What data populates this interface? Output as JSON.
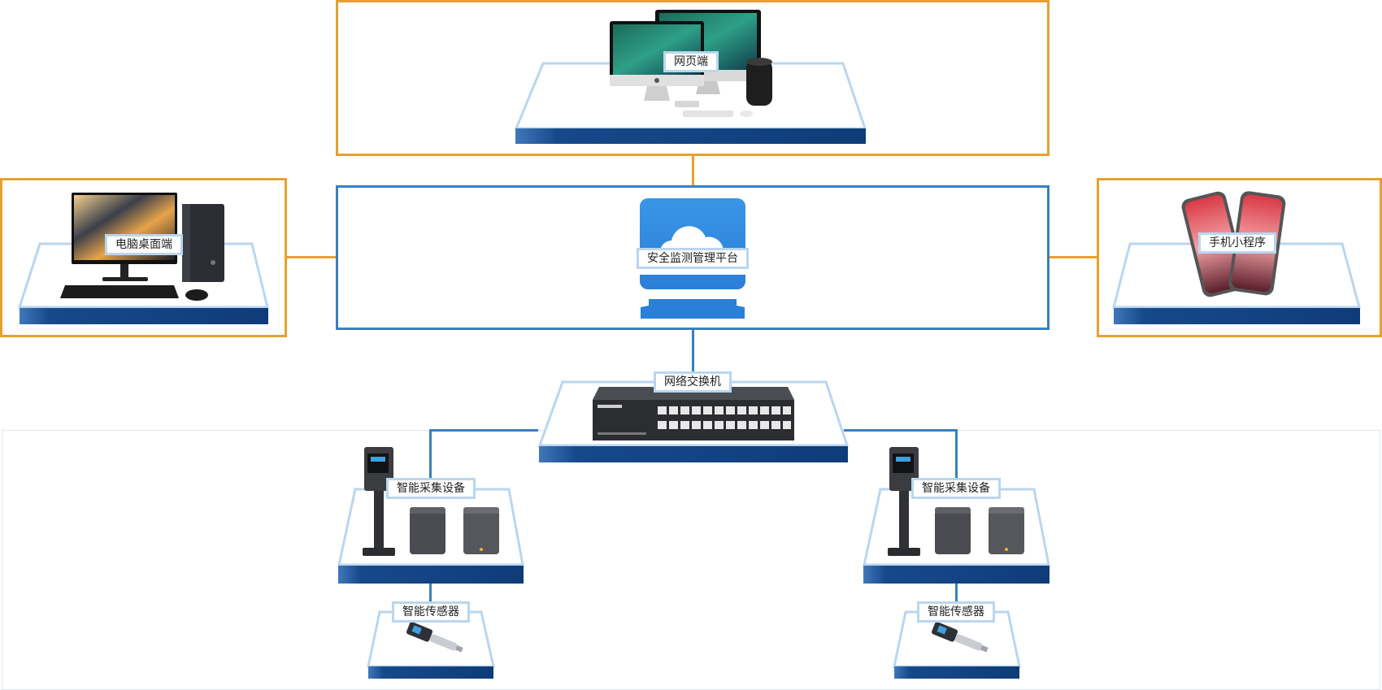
{
  "nodes": {
    "web": {
      "label": "网页端",
      "icon": "desktop-computers-icon"
    },
    "desktop": {
      "label": "电脑桌面端",
      "icon": "pc-monitor-tower-icon"
    },
    "mobile": {
      "label": "手机小程序",
      "icon": "smartphones-icon"
    },
    "platform": {
      "label": "安全监测管理平台",
      "icon": "cloud-platform-icon"
    },
    "switch": {
      "label": "网络交换机",
      "icon": "network-switch-icon"
    },
    "collector_left": {
      "label": "智能采集设备",
      "icon": "data-collector-icon"
    },
    "collector_right": {
      "label": "智能采集设备",
      "icon": "data-collector-icon"
    },
    "sensor_left": {
      "label": "智能传感器",
      "icon": "pressure-sensor-icon"
    },
    "sensor_right": {
      "label": "智能传感器",
      "icon": "pressure-sensor-icon"
    }
  },
  "colors": {
    "frame_outer": "#e7a02f",
    "frame_platform": "#3a7fc0",
    "platform_edge": "#b9d6ef",
    "platform_base": "#16498a",
    "cloud_blue": "#2f86dd"
  }
}
